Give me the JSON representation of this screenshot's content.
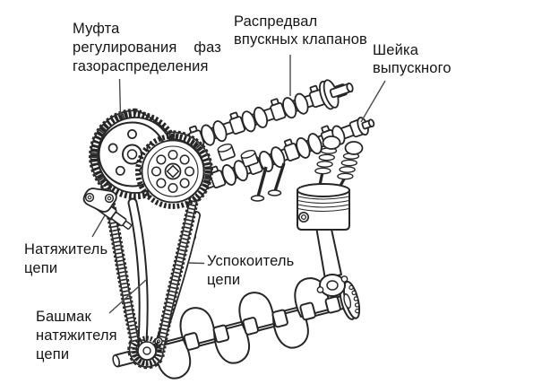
{
  "page": {
    "background": "#ffffff",
    "line_color": "#262626",
    "text_color": "#161616"
  },
  "diagram": {
    "labels": {
      "vvt_phaser": {
        "line1": "Муфта",
        "line2_word1": "регулирования",
        "line2_word2": "фаз",
        "line3": "газораспределения"
      },
      "intake_camshaft": {
        "line1": "Распредвал",
        "line2": "впускных клапанов"
      },
      "exhaust_cam_journal": {
        "line1": "Шейка",
        "line2": "выпускного"
      },
      "chain_tensioner": {
        "line1": "Натяжитель",
        "line2": "цепи"
      },
      "chain_guide": {
        "line1": "Успокоитель",
        "line2": "цепи"
      },
      "tensioner_shoe": {
        "line1": "Башмак",
        "line2": "натяжителя",
        "line3": "цепи"
      }
    }
  }
}
